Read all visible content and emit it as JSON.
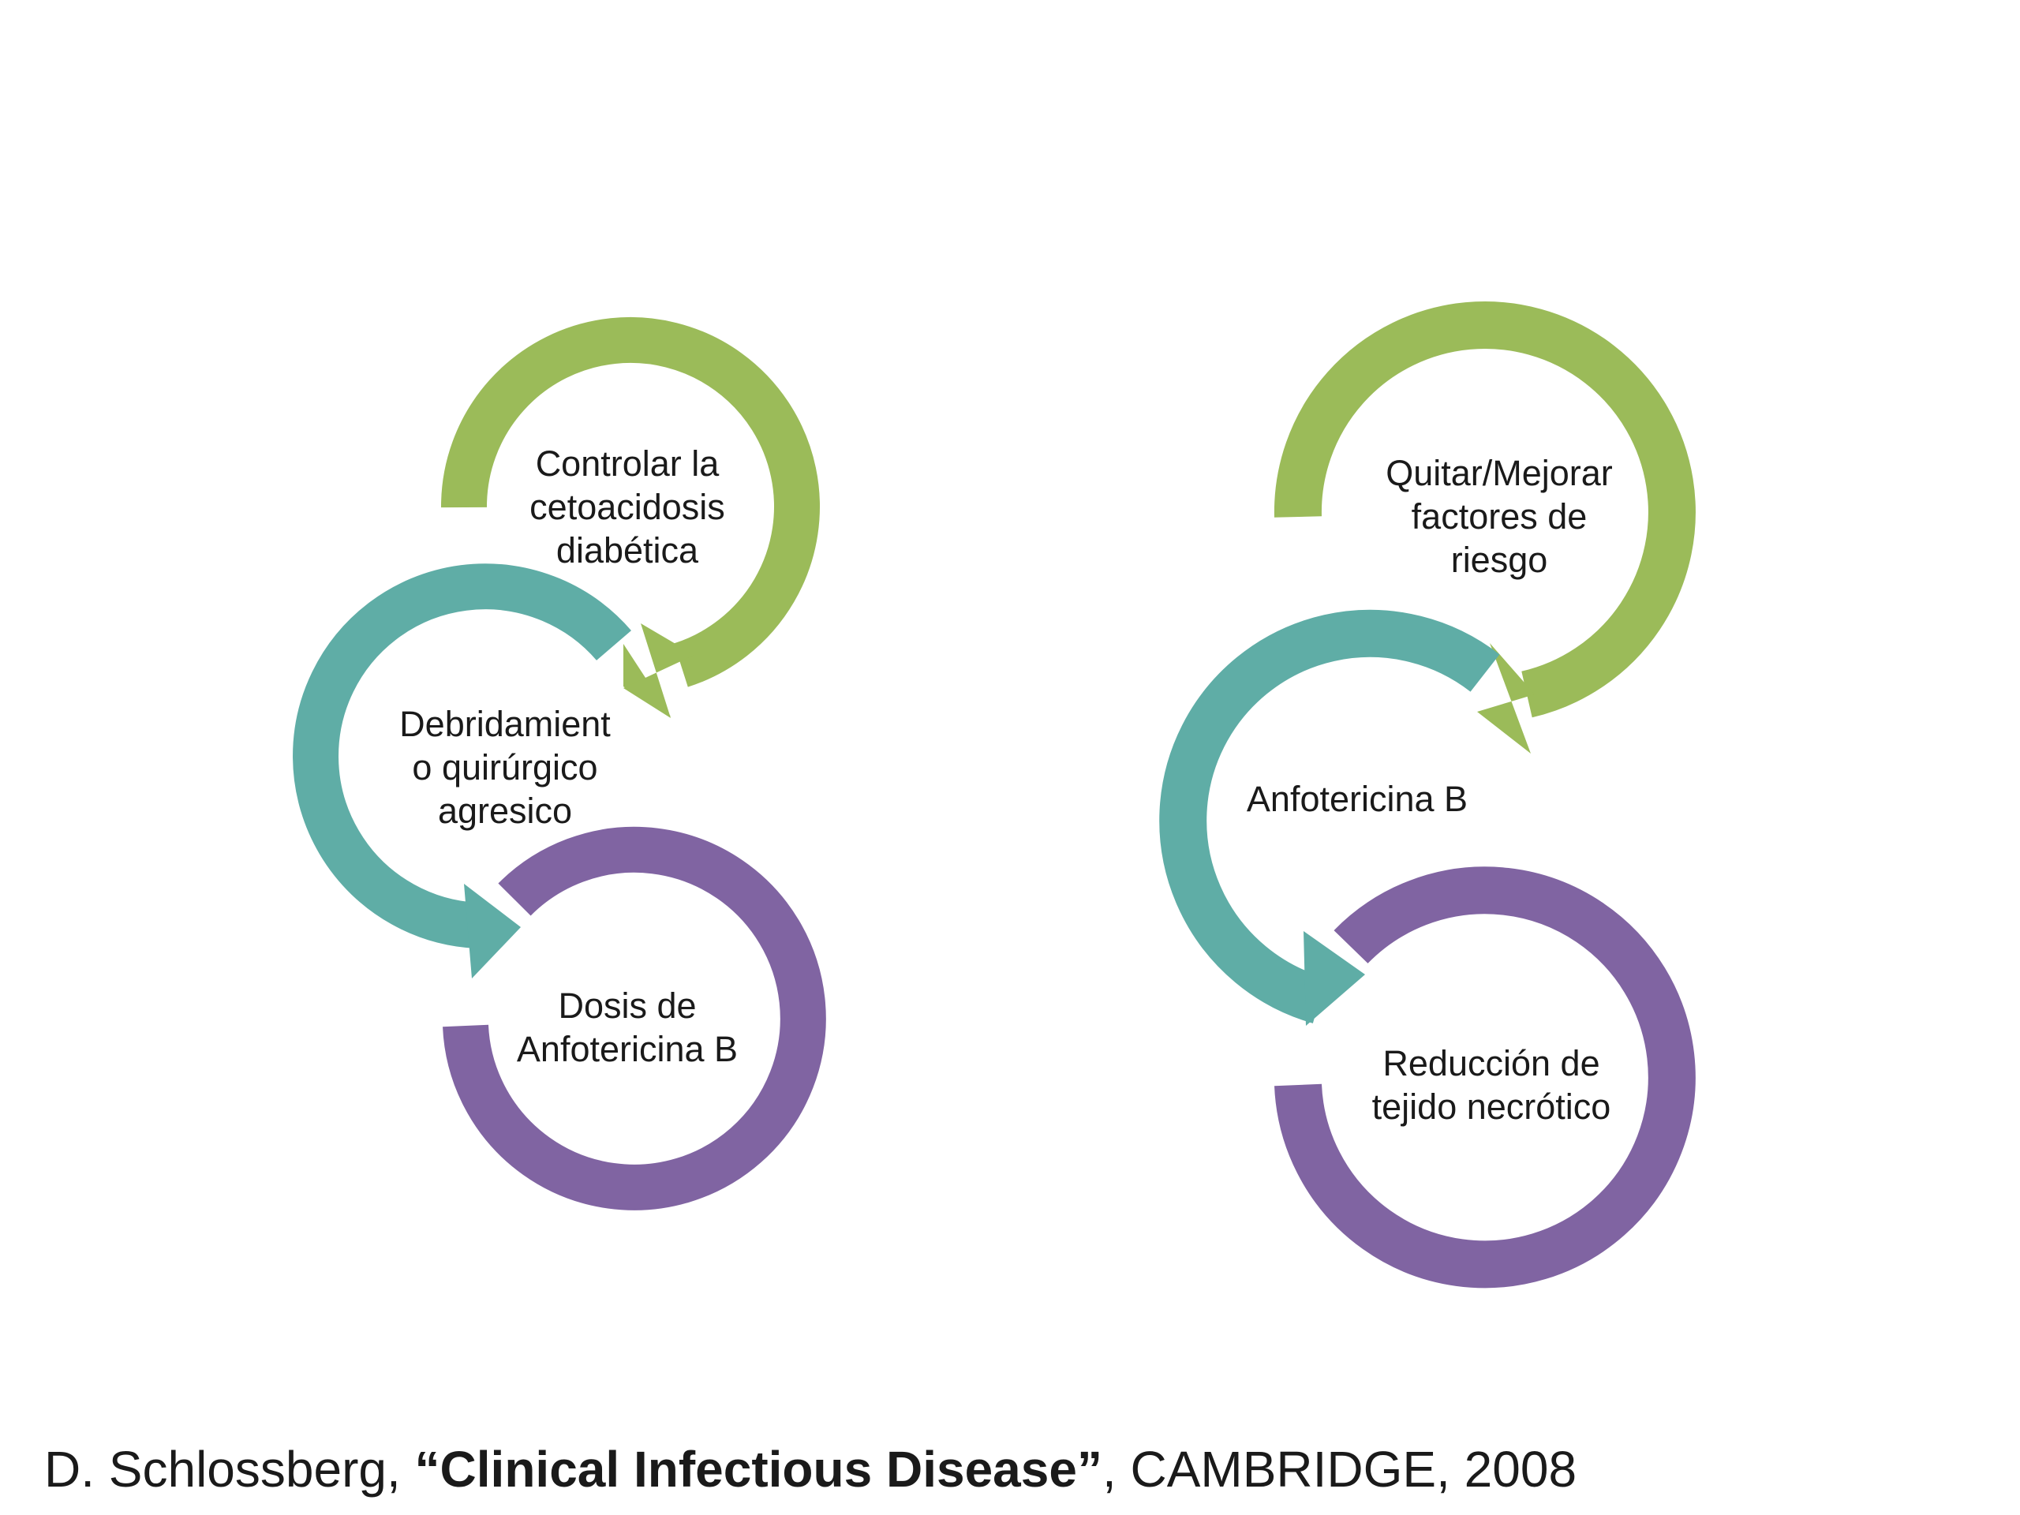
{
  "colors": {
    "step1": "#9bbb59",
    "step2": "#5fada6",
    "step3": "#8064a2",
    "text": "#1a1a1a"
  },
  "left_cycle": {
    "steps": [
      "Controlar la\ncetoacidosis\ndiabética",
      "Debridamient\no quirúrgico\nagresico",
      "Dosis de\nAnfotericina B"
    ]
  },
  "right_cycle": {
    "steps": [
      "Quitar/Mejorar\nfactores de\nriesgo",
      "Anfotericina B",
      "Reducción de\ntejido necrótico"
    ]
  },
  "citation": {
    "author": "D. Schlossberg, ",
    "book": "“Clinical Infectious Disease”",
    "publisher": ", CAMBRIDGE, 2008"
  }
}
